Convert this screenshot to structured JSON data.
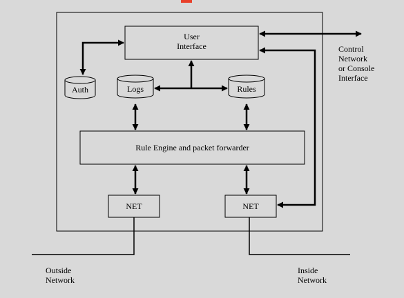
{
  "nodes": {
    "user_interface": [
      "User",
      "Interface"
    ],
    "auth": "Auth",
    "logs": "Logs",
    "rules": "Rules",
    "rule_engine": "Rule Engine and packet forwarder",
    "net_left": "NET",
    "net_right": "NET"
  },
  "external": {
    "control": [
      "Control",
      "Network",
      "or Console",
      "Interface"
    ],
    "outside": [
      "Outside",
      "Network"
    ],
    "inside": [
      "Inside",
      "Network"
    ]
  },
  "colors": {
    "background": "#d9d9d9",
    "line": "#000000",
    "accent": "#e8402a"
  }
}
